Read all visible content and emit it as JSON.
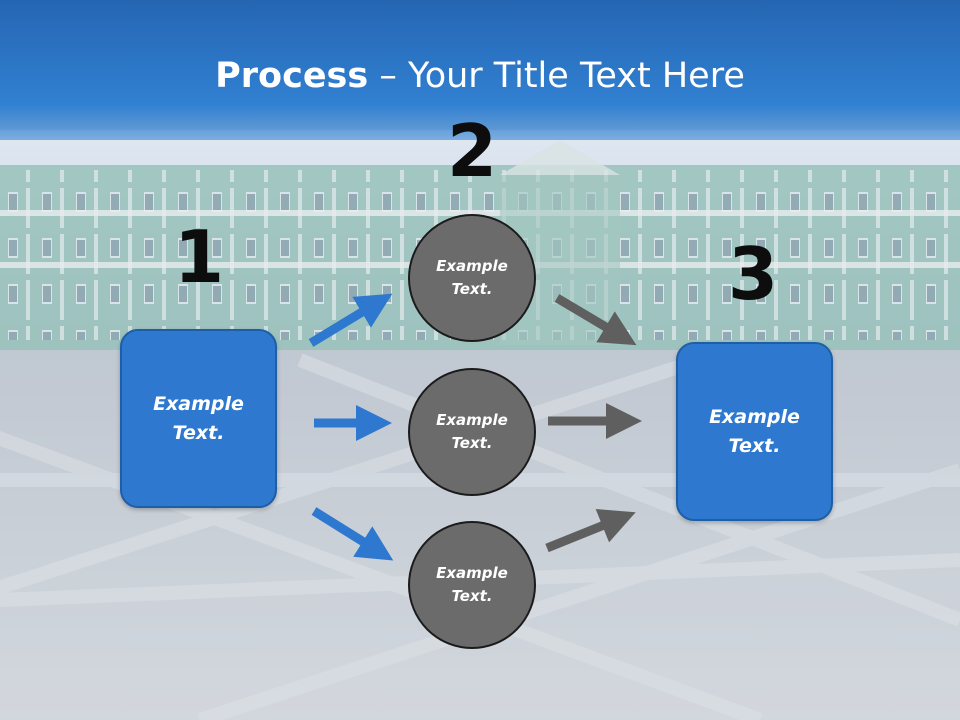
{
  "title": {
    "bold": "Process",
    "rest": " – Your Title Text Here"
  },
  "steps": {
    "one": {
      "number": "1",
      "text": "Example Text."
    },
    "two": {
      "number": "2"
    },
    "three": {
      "number": "3",
      "text": "Example Text."
    }
  },
  "circles": [
    {
      "text": "Example Text."
    },
    {
      "text": "Example Text."
    },
    {
      "text": "Example Text."
    }
  ],
  "colors": {
    "header": "#2a73c5",
    "box": "#2e79cf",
    "circle": "#6b6b6b",
    "arrow_blue": "#2e79cf",
    "arrow_gray": "#5f5f5f"
  }
}
